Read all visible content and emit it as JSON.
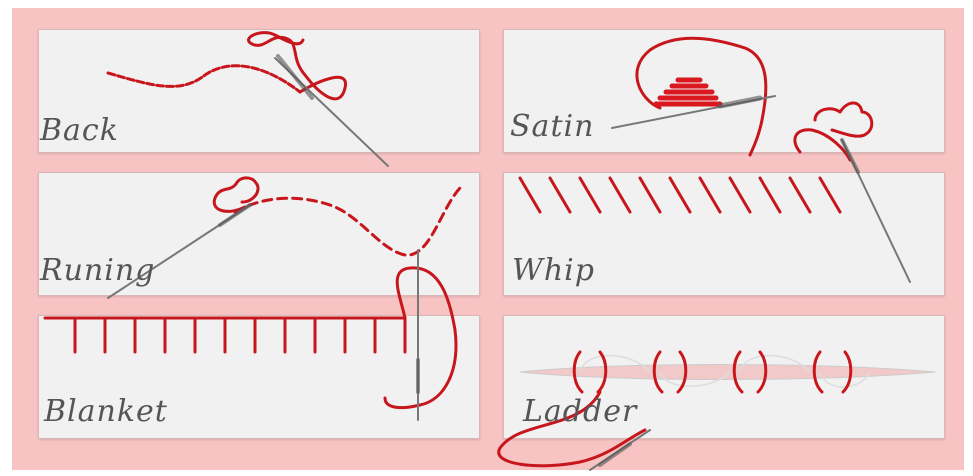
{
  "stitches": [
    {
      "name": "back",
      "label": "Back"
    },
    {
      "name": "satin",
      "label": "Satin"
    },
    {
      "name": "running",
      "label": "Runing"
    },
    {
      "name": "whip",
      "label": "Whip"
    },
    {
      "name": "blanket",
      "label": "Blanket"
    },
    {
      "name": "ladder",
      "label": "Ladder"
    }
  ],
  "colors": {
    "background": "#f8c3c3",
    "panel": "#f1f1f2",
    "thread": "#c8161d",
    "needle": "#8a8a8a",
    "label": "#555555"
  }
}
